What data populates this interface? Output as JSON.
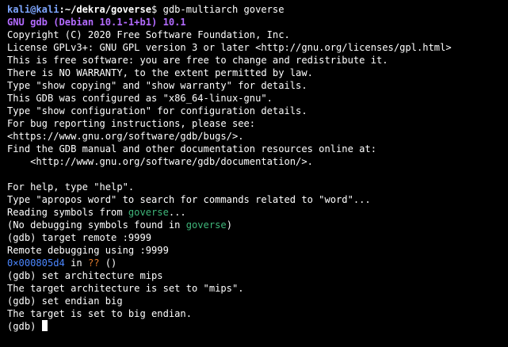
{
  "prompt": {
    "user_host": "kali@kali",
    "separator": ":",
    "path": "~/dekra/goverse",
    "symbol": "$",
    "command": " gdb-multiarch goverse"
  },
  "banner": {
    "version": "GNU gdb (Debian 10.1-1+b1) 10.1",
    "lines": [
      "Copyright (C) 2020 Free Software Foundation, Inc.",
      "License GPLv3+: GNU GPL version 3 or later <http://gnu.org/licenses/gpl.html>",
      "This is free software: you are free to change and redistribute it.",
      "There is NO WARRANTY, to the extent permitted by law.",
      "Type \"show copying\" and \"show warranty\" for details.",
      "This GDB was configured as \"x86_64-linux-gnu\".",
      "Type \"show configuration\" for configuration details.",
      "For bug reporting instructions, please see:",
      "<https://www.gnu.org/software/gdb/bugs/>.",
      "Find the GDB manual and other documentation resources online at:",
      "    <http://www.gnu.org/software/gdb/documentation/>.",
      "",
      "For help, type \"help\".",
      "Type \"apropos word\" to search for commands related to \"word\"..."
    ]
  },
  "session": {
    "reading_prefix": "Reading symbols from ",
    "binary": "goverse",
    "reading_suffix": "...",
    "no_debug_prefix": "(No debugging symbols found in ",
    "no_debug_suffix": ")",
    "cmd_target": "(gdb) target remote :9999",
    "remote_debug": "Remote debugging using :9999",
    "address": "0×000805d4",
    "in_word": " in ",
    "unknown_func": "??",
    "parens": " ()",
    "cmd_arch": "(gdb) set architecture mips",
    "arch_result": "The target architecture is set to \"mips\".",
    "cmd_endian": "(gdb) set endian big",
    "endian_result": "The target is set to big endian.",
    "final_prompt": "(gdb) "
  },
  "colors": {
    "background": "#000000",
    "text": "#ffffff",
    "prompt_host": "#7ea6ff",
    "gdb_version": "#b36bff",
    "binary_name": "#3fb67a",
    "address": "#4b86ff",
    "unknown_func": "#e07a2c"
  }
}
